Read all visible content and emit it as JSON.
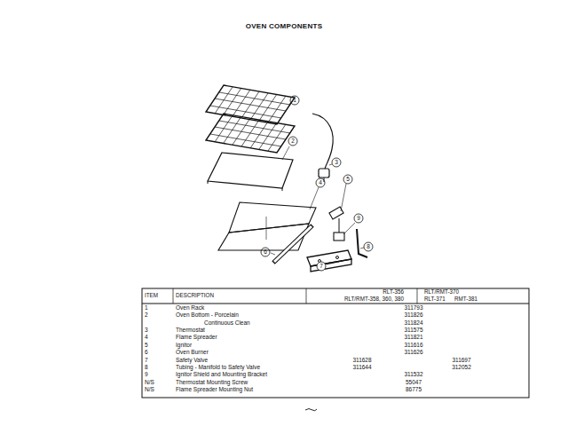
{
  "diagram": {
    "title": "OVEN COMPONENTS",
    "labels": [
      "1",
      "2",
      "3",
      "4",
      "5",
      "6",
      "7",
      "8",
      "9",
      "ITEM",
      "DESCRIPTION",
      "RLT-356",
      "RLT/RMT-358, 360, 380",
      "RLT/RMT-370",
      "RLT-371",
      "RMT-381",
      "1",
      "Oven Rack",
      "311793",
      "2",
      "Oven Bottom - Porcelain",
      "311826",
      "Continuous Clean",
      "311824",
      "3",
      "Thermostat",
      "311575",
      "4",
      "Flame Spreader",
      "311821",
      "5",
      "Ignitor",
      "311616",
      "6",
      "Oven Burner",
      "311626",
      "7",
      "Safety Valve",
      "311628",
      "311697",
      "8",
      "Tubing - Manifold to Safety Valve",
      "311644",
      "312052",
      "9",
      "Ignitor Shield and Mounting Bracket",
      "311532",
      "N/S",
      "Thermostat Mounting Screw",
      "55047",
      "N/S",
      "Flame Spreader Mounting Nut",
      "86775"
    ]
  }
}
